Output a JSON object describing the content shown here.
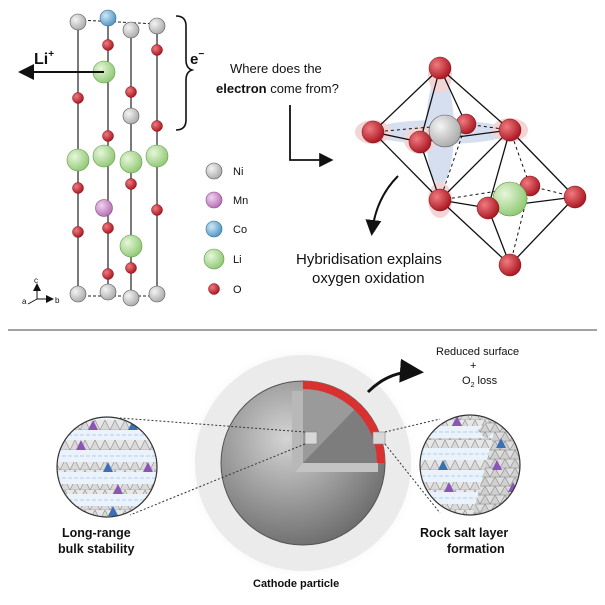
{
  "top": {
    "li_ion": "Li",
    "li_sup": "+",
    "electron": "e",
    "electron_sup": "−",
    "question_line1": "Where does the",
    "question_bold": "electron",
    "question_rest": " come from?",
    "hybrid_line1": "Hybridisation explains",
    "hybrid_line2": "oxygen oxidation",
    "axes": {
      "c": "c",
      "a": "a",
      "b": "b"
    }
  },
  "legend": [
    {
      "label": "Ni",
      "color": "#cfcfcf"
    },
    {
      "label": "Mn",
      "color": "#d59bd3"
    },
    {
      "label": "Co",
      "color": "#7fb9dc"
    },
    {
      "label": "Li",
      "color": "#bfe3a5"
    },
    {
      "label": "O",
      "color": "#d8303a"
    }
  ],
  "bottom": {
    "reduced_line1": "Reduced surface",
    "reduced_plus": "+",
    "reduced_o2": "O",
    "reduced_o2_sub": "2",
    "reduced_loss": " loss",
    "left_line1": "Long-range",
    "left_line2": "bulk stability",
    "right_line1": "Rock salt layer",
    "right_line2": "formation",
    "particle_label": "Cathode particle"
  },
  "colors": {
    "oxygen": "#d8303a",
    "nickel": "#cfcfcf",
    "manganese": "#d59bd3",
    "cobalt": "#7fb9dc",
    "lithium": "#bfe3a5",
    "surface_red": "#d9312f",
    "layer_blue": "#3c6fb5",
    "layer_purple": "#8a55b5"
  }
}
